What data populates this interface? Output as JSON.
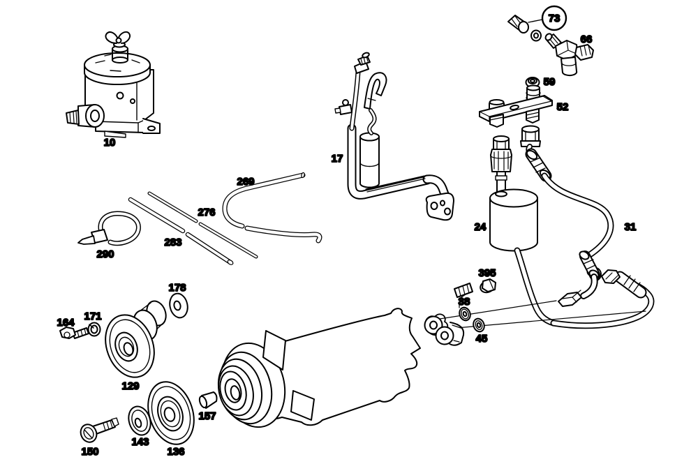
{
  "diagram": {
    "background": "#ffffff",
    "line_color": "#000000",
    "label_color": "#000000",
    "labels": {
      "p10": "10",
      "p17": "17",
      "p24": "24",
      "p31": "31",
      "p38": "38",
      "p45": "45",
      "p52": "52",
      "p59": "59",
      "p66": "66",
      "p73": "73",
      "p129": "129",
      "p136": "136",
      "p143": "143",
      "p150": "150",
      "p157": "157",
      "p164": "164",
      "p171": "171",
      "p178": "178",
      "p269": "269",
      "p276": "276",
      "p283": "283",
      "p290": "290",
      "p395": "395"
    }
  }
}
